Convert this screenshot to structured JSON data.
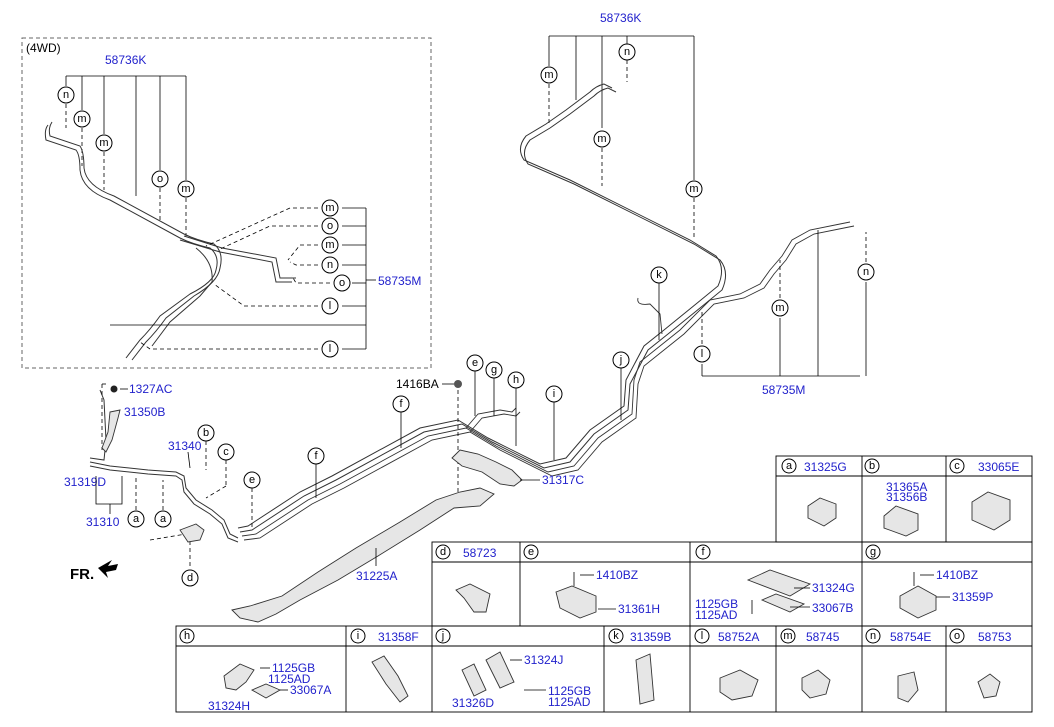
{
  "inset_title": "(4WD)",
  "fr_label": "FR.",
  "parts": {
    "p58736K_inset": "58736K",
    "p58736K_top": "58736K",
    "p58735M_inset": "58735M",
    "p58735M_main": "58735M",
    "p1327AC": "1327AC",
    "p31350B": "31350B",
    "p31340": "31340",
    "p31319D": "31319D",
    "p31310": "31310",
    "p1416BA": "1416BA",
    "p31317C": "31317C",
    "p31225A": "31225A"
  },
  "callouts": [
    "a",
    "b",
    "c",
    "d",
    "e",
    "f",
    "g",
    "h",
    "i",
    "j",
    "k",
    "l",
    "m",
    "n",
    "o"
  ],
  "legend_row1": [
    {
      "letter": "a",
      "part": "31325G"
    },
    {
      "letter": "b",
      "part": "31365A",
      "part2": "31356B"
    },
    {
      "letter": "c",
      "part": "33065E"
    }
  ],
  "legend_row2": [
    {
      "letter": "d",
      "part": "58723"
    },
    {
      "letter": "e",
      "part": "",
      "sub": [
        "1410BZ",
        "31361H"
      ]
    },
    {
      "letter": "f",
      "part": "",
      "sub": [
        "31324G",
        "1125GB",
        "1125AD",
        "33067B"
      ]
    },
    {
      "letter": "g",
      "part": "",
      "sub": [
        "1410BZ",
        "31359P"
      ]
    }
  ],
  "legend_row3": [
    {
      "letter": "h",
      "part": "",
      "sub": [
        "1125GB",
        "1125AD",
        "33067A",
        "31324H"
      ]
    },
    {
      "letter": "i",
      "part": "31358F"
    },
    {
      "letter": "j",
      "part": "",
      "sub": [
        "31324J",
        "31326D",
        "1125GB",
        "1125AD"
      ]
    },
    {
      "letter": "k",
      "part": "31359B"
    },
    {
      "letter": "l",
      "part": "58752A"
    },
    {
      "letter": "m",
      "part": "58745"
    },
    {
      "letter": "n",
      "part": "58754E"
    },
    {
      "letter": "o",
      "part": "58753"
    }
  ]
}
